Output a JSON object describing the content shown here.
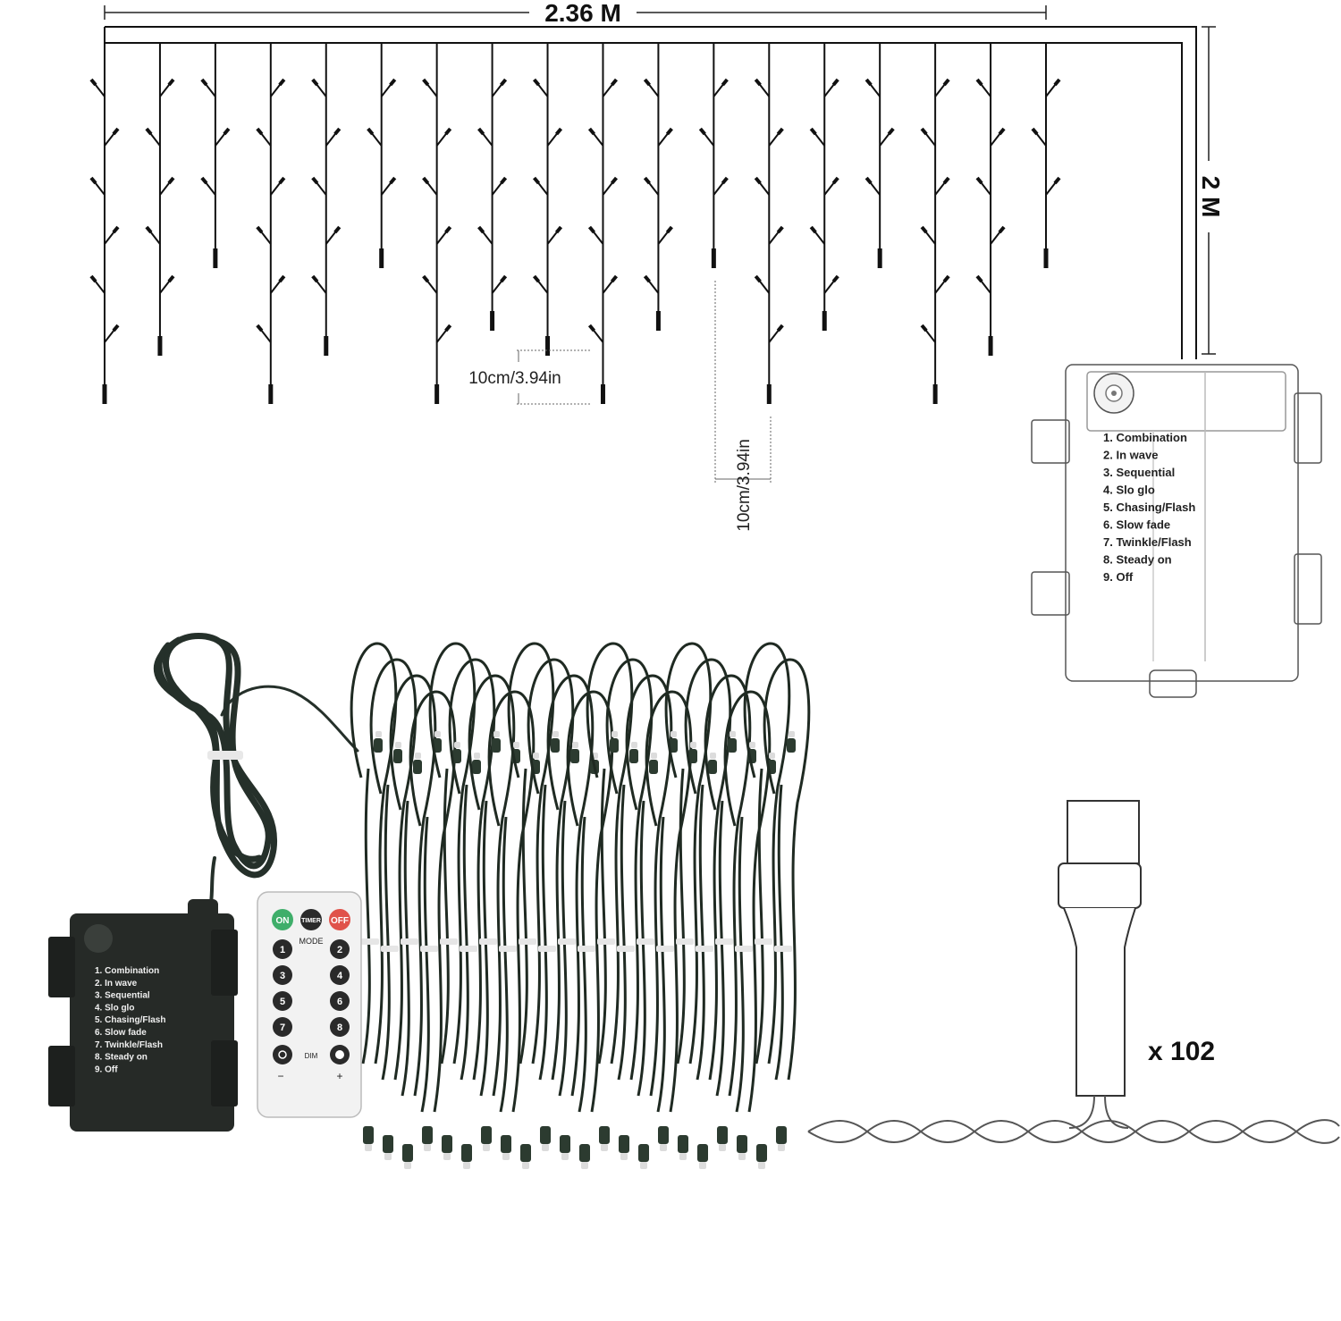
{
  "dimensions": {
    "width_label": "2.36 M",
    "height_label": "2 M",
    "spacing_label_h": "10cm/3.94in",
    "spacing_label_v": "10cm/3.94in"
  },
  "controller_modes": [
    "1. Combination",
    "2. In wave",
    "3. Sequential",
    "4. Slo glo",
    "5. Chasing/Flash",
    "6. Slow fade",
    "7. Twinkle/Flash",
    "8. Steady on",
    "9. Off"
  ],
  "remote": {
    "on": "ON",
    "timer": "TIMER",
    "off": "OFF",
    "mode": "MODE",
    "keys": [
      "1",
      "2",
      "3",
      "4",
      "5",
      "6",
      "7",
      "8"
    ],
    "dim": "DIM",
    "minus": "−",
    "plus": "+"
  },
  "led_count_label": "x 102",
  "colors": {
    "wire": "#1f2a22",
    "remote_on": "#3fae6a",
    "remote_off": "#e0524a",
    "box": "#262a27"
  }
}
